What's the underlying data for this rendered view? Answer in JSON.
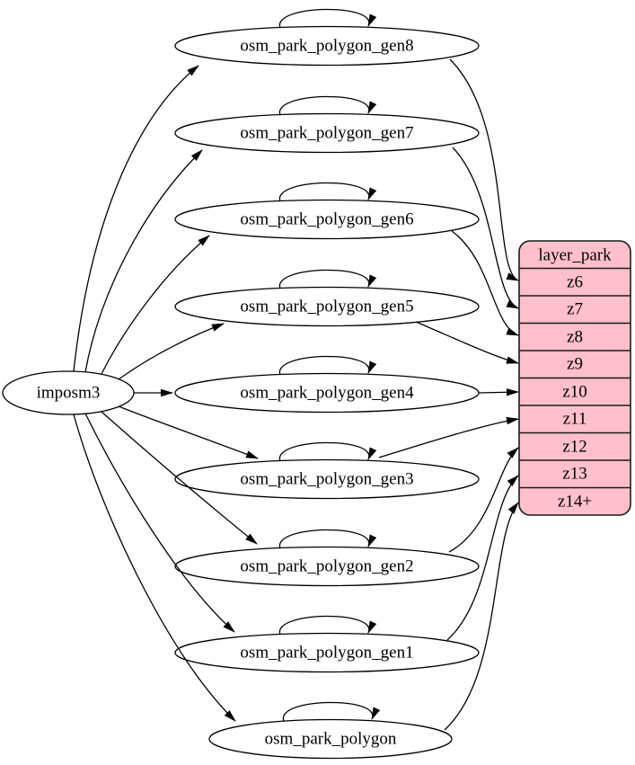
{
  "diagram": {
    "source": {
      "label": "imposm3"
    },
    "tables": [
      {
        "label": "osm_park_polygon_gen8",
        "maps_to": "z6"
      },
      {
        "label": "osm_park_polygon_gen7",
        "maps_to": "z7"
      },
      {
        "label": "osm_park_polygon_gen6",
        "maps_to": "z8"
      },
      {
        "label": "osm_park_polygon_gen5",
        "maps_to": "z9"
      },
      {
        "label": "osm_park_polygon_gen4",
        "maps_to": "z10"
      },
      {
        "label": "osm_park_polygon_gen3",
        "maps_to": "z11"
      },
      {
        "label": "osm_park_polygon_gen2",
        "maps_to": "z12"
      },
      {
        "label": "osm_park_polygon_gen1",
        "maps_to": "z13"
      },
      {
        "label": "osm_park_polygon",
        "maps_to": "z14+"
      }
    ],
    "layer_table": {
      "header": "layer_park",
      "rows": [
        "z6",
        "z7",
        "z8",
        "z9",
        "z10",
        "z11",
        "z12",
        "z13",
        "z14+"
      ]
    },
    "edges": {
      "from_source_to": [
        "osm_park_polygon_gen8",
        "osm_park_polygon_gen7",
        "osm_park_polygon_gen6",
        "osm_park_polygon_gen5",
        "osm_park_polygon_gen4",
        "osm_park_polygon_gen3",
        "osm_park_polygon_gen2",
        "osm_park_polygon_gen1",
        "osm_park_polygon"
      ],
      "self_loops": [
        "osm_park_polygon_gen8",
        "osm_park_polygon_gen7",
        "osm_park_polygon_gen6",
        "osm_park_polygon_gen5",
        "osm_park_polygon_gen4",
        "osm_park_polygon_gen3",
        "osm_park_polygon_gen2",
        "osm_park_polygon_gen1",
        "osm_park_polygon"
      ],
      "to_layer_rows": [
        {
          "from": "osm_park_polygon_gen8",
          "to": "z6"
        },
        {
          "from": "osm_park_polygon_gen7",
          "to": "z7"
        },
        {
          "from": "osm_park_polygon_gen6",
          "to": "z8"
        },
        {
          "from": "osm_park_polygon_gen5",
          "to": "z9"
        },
        {
          "from": "osm_park_polygon_gen4",
          "to": "z10"
        },
        {
          "from": "osm_park_polygon_gen3",
          "to": "z11"
        },
        {
          "from": "osm_park_polygon_gen2",
          "to": "z12"
        },
        {
          "from": "osm_park_polygon_gen1",
          "to": "z13"
        },
        {
          "from": "osm_park_polygon",
          "to": "z14+"
        }
      ]
    },
    "colors": {
      "layer_table_fill": "#ffc0cb",
      "node_fill": "#ffffff",
      "stroke": "#000000",
      "background": "#ffffff"
    }
  }
}
